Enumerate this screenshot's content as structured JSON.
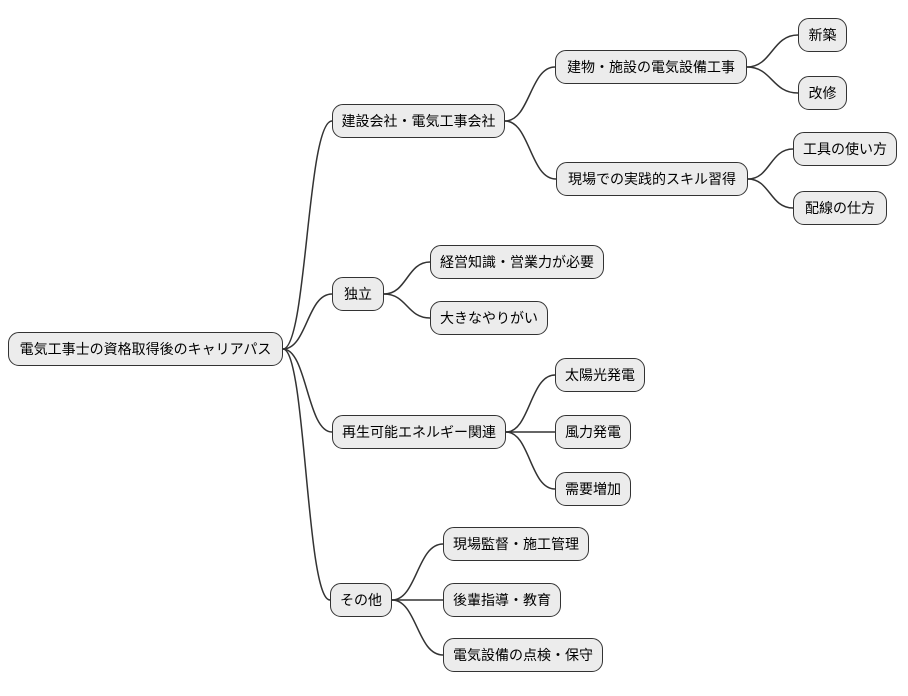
{
  "diagram": {
    "type": "mindmap",
    "colors": {
      "background": "#ffffff",
      "node_fill": "#ececec",
      "node_border": "#333333",
      "edge": "#333333",
      "text": "#000000"
    },
    "root": {
      "label": "電気工事士の資格取得後のキャリアパス",
      "children": [
        {
          "label": "建設会社・電気工事会社",
          "children": [
            {
              "label": "建物・施設の電気設備工事",
              "children": [
                {
                  "label": "新築"
                },
                {
                  "label": "改修"
                }
              ]
            },
            {
              "label": "現場での実践的スキル習得",
              "children": [
                {
                  "label": "工具の使い方"
                },
                {
                  "label": "配線の仕方"
                }
              ]
            }
          ]
        },
        {
          "label": "独立",
          "children": [
            {
              "label": "経営知識・営業力が必要"
            },
            {
              "label": "大きなやりがい"
            }
          ]
        },
        {
          "label": "再生可能エネルギー関連",
          "children": [
            {
              "label": "太陽光発電"
            },
            {
              "label": "風力発電"
            },
            {
              "label": "需要増加"
            }
          ]
        },
        {
          "label": "その他",
          "children": [
            {
              "label": "現場監督・施工管理"
            },
            {
              "label": "後輩指導・教育"
            },
            {
              "label": "電気設備の点検・保守"
            }
          ]
        }
      ]
    }
  }
}
